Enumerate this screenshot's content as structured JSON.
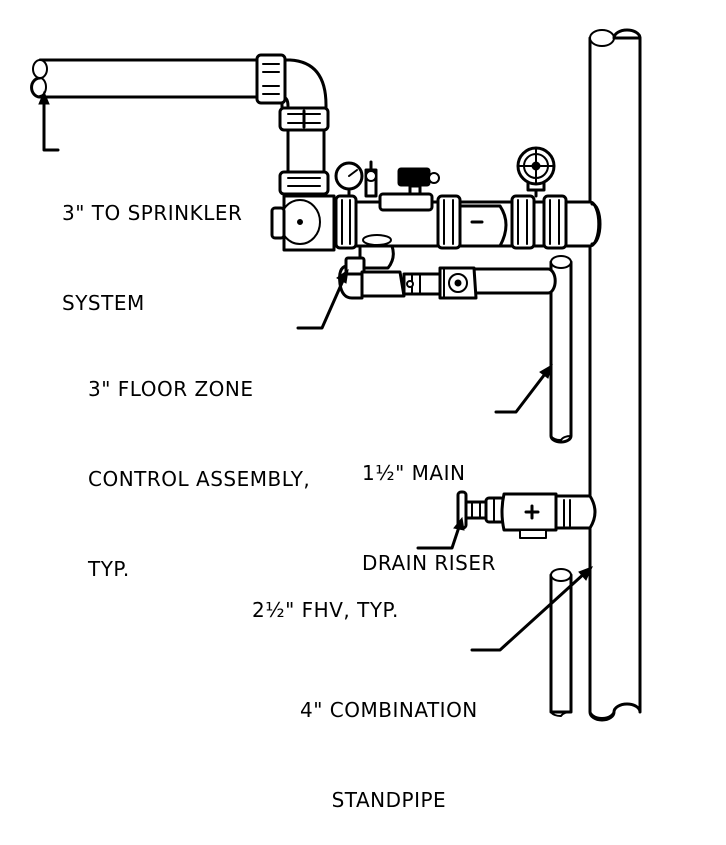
{
  "callouts": {
    "sprinkler": {
      "line1": "3\" TO SPRINKLER",
      "line2": "SYSTEM"
    },
    "floor_zone": {
      "line1": "3\" FLOOR ZONE",
      "line2": "CONTROL ASSEMBLY,",
      "line3": "TYP."
    },
    "drain_riser": {
      "line1": "1½\" MAIN",
      "line2": "DRAIN RISER"
    },
    "fhv": {
      "line1": "2½\" FHV, TYP."
    },
    "standpipe": {
      "line1": "4\" COMBINATION",
      "line2": "STANDPIPE"
    }
  },
  "colors": {
    "line": "#000000",
    "background": "#ffffff"
  }
}
